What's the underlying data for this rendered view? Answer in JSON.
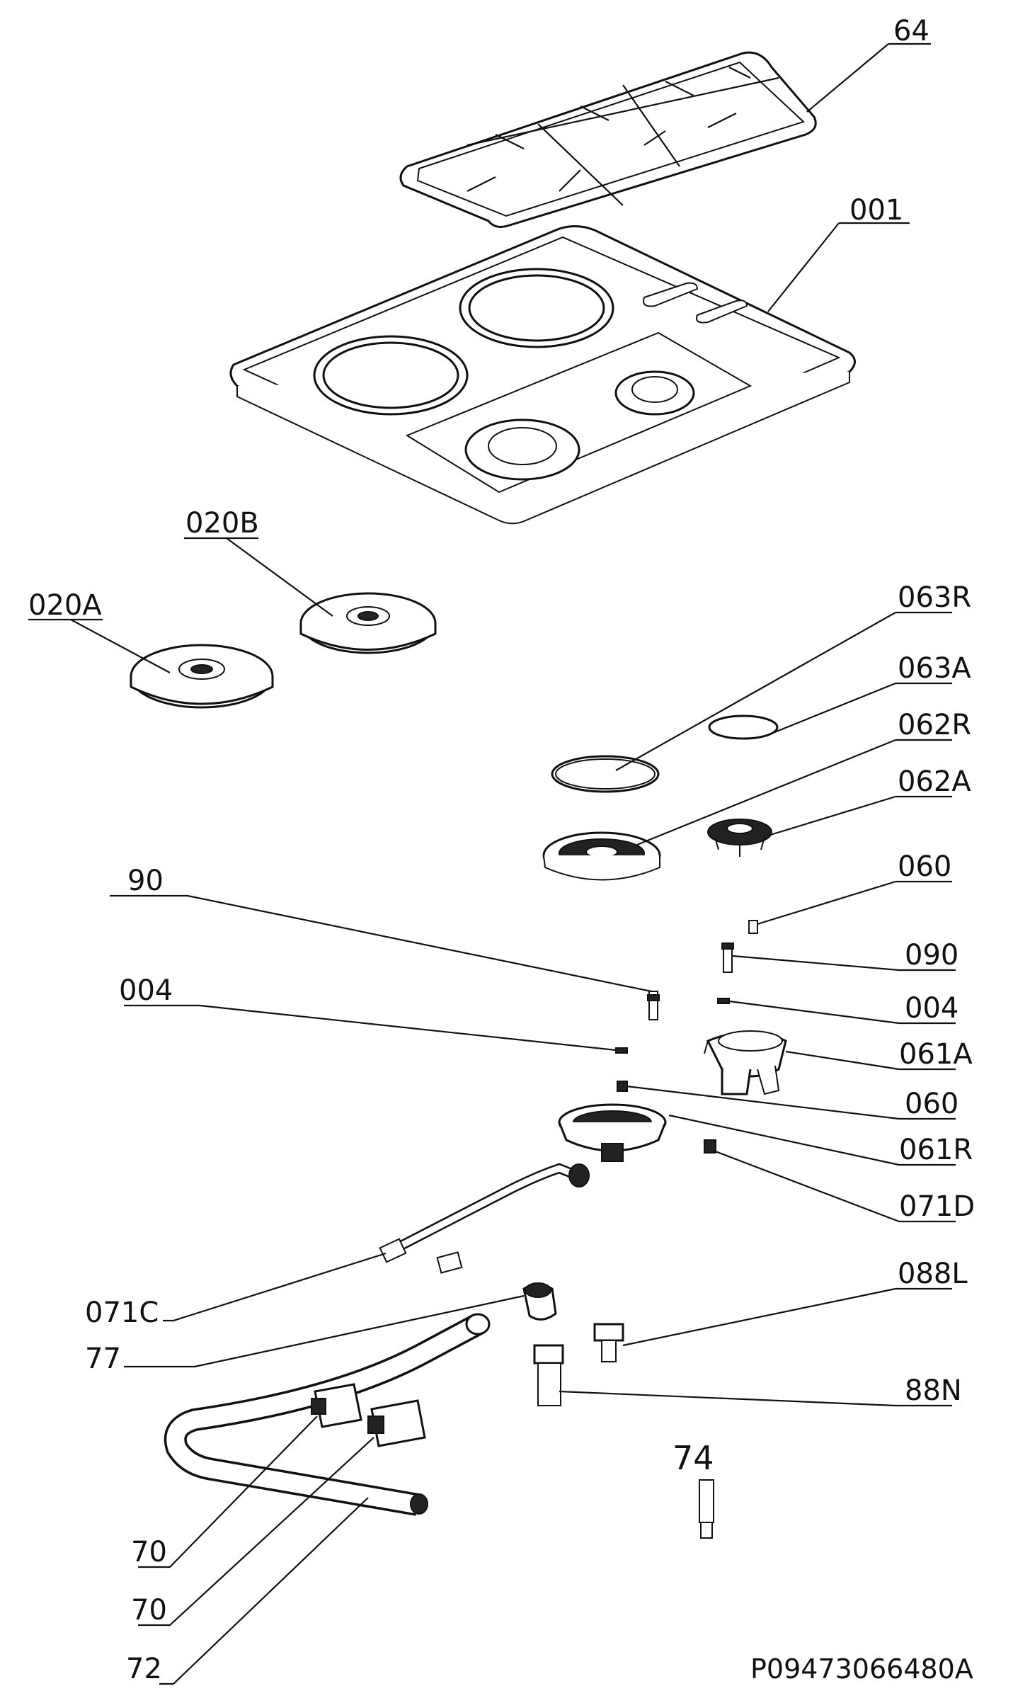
{
  "diagram": {
    "labels": {
      "l64": "64",
      "l001": "001",
      "l020B": "020B",
      "l020A": "020A",
      "l063R": "063R",
      "l063A": "063A",
      "l062R": "062R",
      "l062A": "062A",
      "l060a": "060",
      "l90": "90",
      "l090": "090",
      "l004a": "004",
      "l004b": "004",
      "l061A": "061A",
      "l060b": "060",
      "l061R": "061R",
      "l071D": "071D",
      "l071C": "071C",
      "l088L": "088L",
      "l77": "77",
      "l88N": "88N",
      "l74": "74",
      "l70a": "70",
      "l70b": "70",
      "l72": "72"
    },
    "drawing_code": "P09473066480A"
  }
}
